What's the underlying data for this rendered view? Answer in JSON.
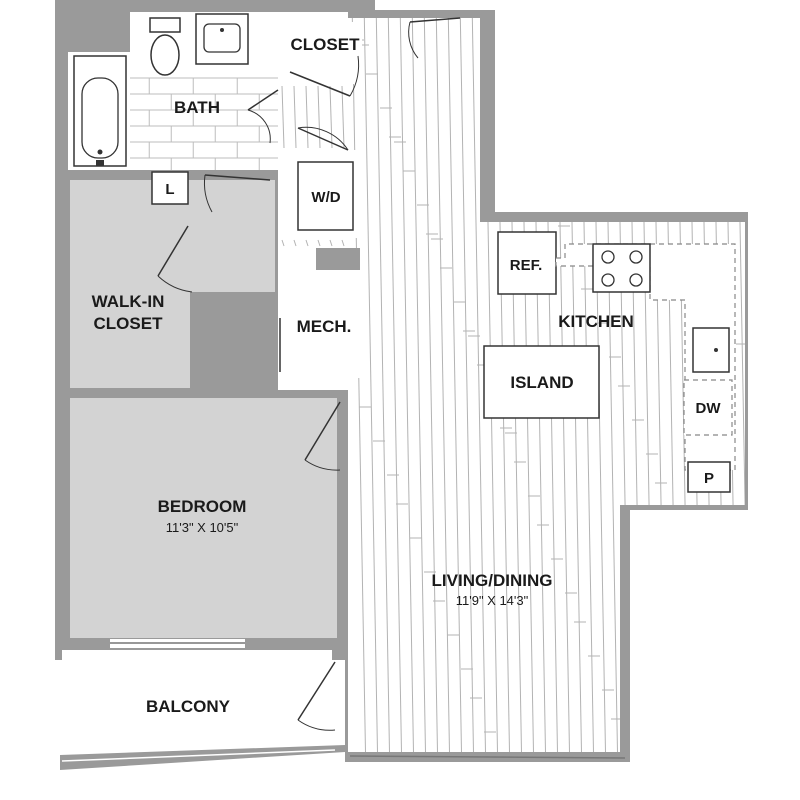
{
  "colors": {
    "wall": "#9a9a9a",
    "carpet": "#d3d3d3",
    "floor": "#ffffff",
    "wood_line": "#b3b3b3",
    "tile_line": "#bdbdbd",
    "text": "#1a1a1a"
  },
  "rooms": {
    "bath": "BATH",
    "closet": "CLOSET",
    "wd": "W/D",
    "laundry_sink": "L",
    "walk_in_closet_line1": "WALK-IN",
    "walk_in_closet_line2": "CLOSET",
    "mech": "MECH.",
    "bedroom": "BEDROOM",
    "bedroom_dim": "11'3\" X 10'5\"",
    "ref": "REF.",
    "kitchen": "KITCHEN",
    "island": "ISLAND",
    "dw": "DW",
    "pantry": "P",
    "living": "LIVING/DINING",
    "living_dim": "11'9\" X 14'3\"",
    "balcony": "BALCONY"
  },
  "icons": {
    "bathtub": "bathtub-icon",
    "toilet": "toilet-icon",
    "vanity": "bathroom-sink-icon",
    "cooktop": "cooktop-icon",
    "kitchen_sink": "kitchen-sink-icon",
    "door": "door-swing-icon"
  }
}
